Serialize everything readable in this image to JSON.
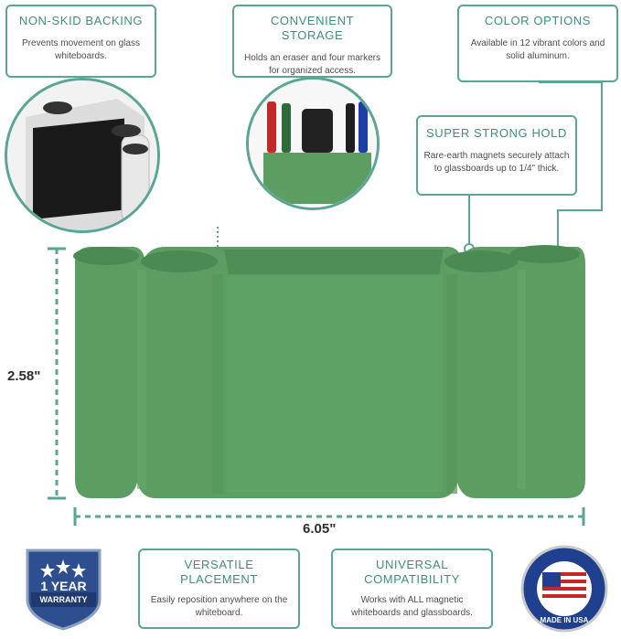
{
  "callouts": {
    "non_skid": {
      "title": "NON-SKID BACKING",
      "desc": "Prevents movement on glass whiteboards."
    },
    "storage": {
      "title": "CONVENIENT STORAGE",
      "desc": "Holds an eraser and four markers for organized access."
    },
    "colors": {
      "title": "COLOR OPTIONS",
      "desc": "Available in 12 vibrant colors and solid aluminum."
    },
    "hold": {
      "title": "SUPER STRONG HOLD",
      "desc": "Rare-earth magnets securely attach to glassboards up to 1/4\" thick."
    },
    "placement": {
      "title": "VERSATILE PLACEMENT",
      "desc": "Easily reposition anywhere on the whiteboard."
    },
    "compat": {
      "title": "UNIVERSAL COMPATIBILITY",
      "desc": "Works with ALL magnetic whiteboards and glassboards."
    }
  },
  "dimensions": {
    "height": "2.58\"",
    "width": "6.05\""
  },
  "badges": {
    "warranty_line1": "1 YEAR",
    "warranty_line2": "WARRANTY",
    "made_in": "MADE IN USA"
  },
  "colors": {
    "accent": "#5aa594",
    "product": "#5c9e62",
    "product_dark": "#4b8a52"
  }
}
